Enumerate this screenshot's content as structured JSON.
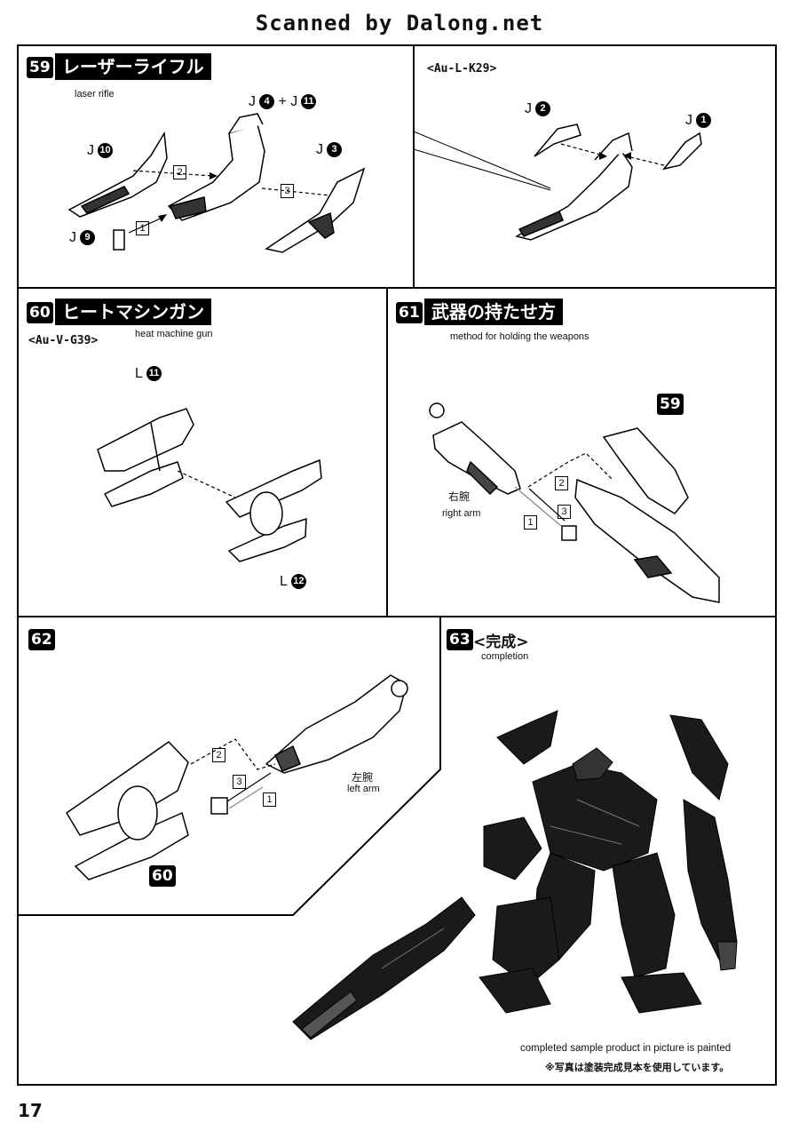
{
  "header": {
    "scan_credit": "Scanned by Dalong.net"
  },
  "steps": {
    "s59": {
      "number": "59",
      "title": "レーザーライフル",
      "subtitle": "laser rifle",
      "variant": "<Au-L-K29>",
      "runners": {
        "j4_j11": [
          "J",
          "4",
          "+",
          "J",
          "11"
        ],
        "j10": [
          "J",
          "10"
        ],
        "j3": [
          "J",
          "3"
        ],
        "j9": [
          "J",
          "9"
        ],
        "j2": [
          "J",
          "2"
        ],
        "j1": [
          "J",
          "1"
        ]
      },
      "order": [
        "1",
        "2",
        "3"
      ]
    },
    "s60": {
      "number": "60",
      "title": "ヒートマシンガン",
      "subtitle": "heat machine gun",
      "variant": "<Au-V-G39>",
      "runners": {
        "l11": [
          "L",
          "11"
        ],
        "l12": [
          "L",
          "12"
        ]
      }
    },
    "s61": {
      "number": "61",
      "title": "武器の持たせ方",
      "subtitle": "method for holding the weapons",
      "ref_badge": "59",
      "arm_jp": "右腕",
      "arm_en": "right arm",
      "order": [
        "1",
        "2",
        "3"
      ]
    },
    "s62": {
      "number": "62",
      "ref_badge": "60",
      "arm_jp": "左腕",
      "arm_en": "left arm",
      "order": [
        "1",
        "2",
        "3"
      ]
    },
    "s63": {
      "number": "63",
      "title": "<完成>",
      "subtitle": "completion",
      "note_en": "completed sample product in picture is painted",
      "note_jp": "※写真は塗装完成見本を使用しています。"
    }
  },
  "page_number": "17"
}
